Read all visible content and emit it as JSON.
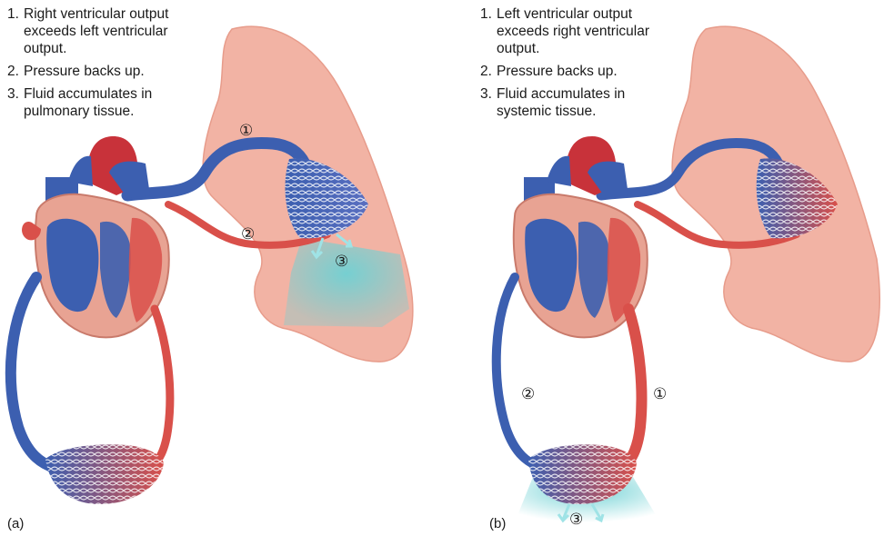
{
  "panels": [
    {
      "label": "(a)",
      "steps": [
        {
          "num": "1.",
          "text": "Right ventricular output exceeds left ventricular output."
        },
        {
          "num": "2.",
          "text": "Pressure backs up."
        },
        {
          "num": "3.",
          "text": "Fluid accumulates in pulmonary tissue."
        }
      ],
      "markers": [
        "①",
        "②",
        "③"
      ]
    },
    {
      "label": "(b)",
      "steps": [
        {
          "num": "1.",
          "text": "Left ventricular output exceeds right ventricular output."
        },
        {
          "num": "2.",
          "text": "Pressure backs up."
        },
        {
          "num": "3.",
          "text": "Fluid accumulates in systemic tissue."
        }
      ],
      "markers": [
        "①",
        "②",
        "③"
      ]
    }
  ],
  "colors": {
    "lung": "#f2b3a4",
    "oxygenated": "#d9504a",
    "deoxygenated": "#3c5fb0",
    "fluid": "#6fd1d4"
  }
}
